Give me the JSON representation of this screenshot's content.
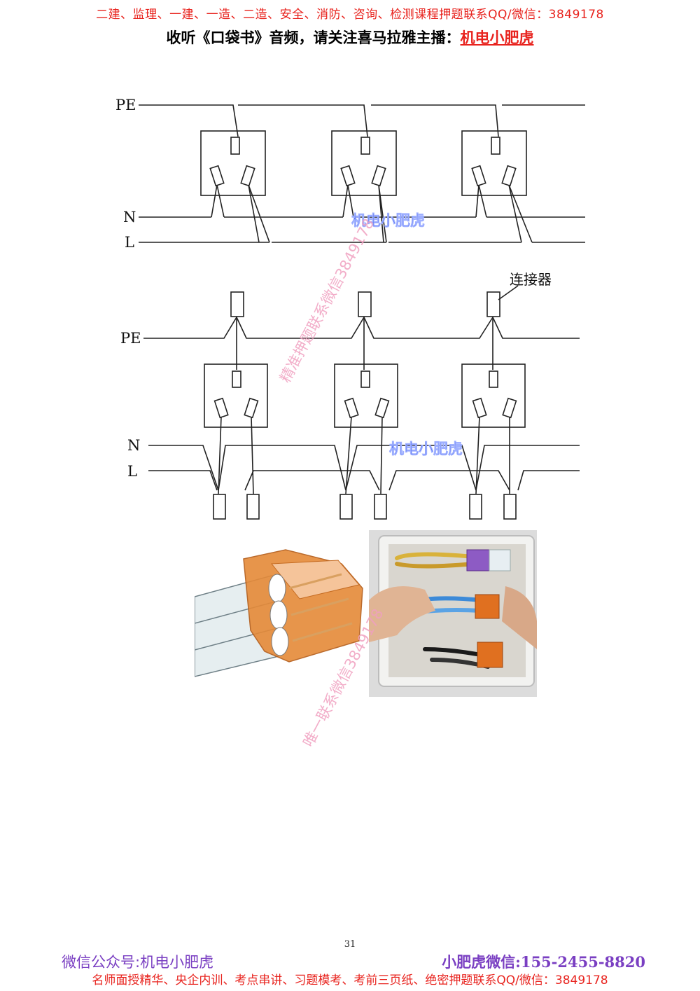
{
  "header": {
    "banner": "二建、监理、一建、一造、二造、安全、消防、咨询、检测课程押题联系QQ/微信：3849178",
    "subtitle_prefix": "收听《口袋书》音频，请关注喜马拉雅主播：",
    "subtitle_host": "机电小肥虎"
  },
  "diagram_top": {
    "labels": {
      "pe": "PE",
      "n": "N",
      "l": "L"
    },
    "brand": "机电小肥虎"
  },
  "diagram_bottom": {
    "labels": {
      "pe": "PE",
      "n": "N",
      "l": "L",
      "connector": "连接器"
    },
    "brand": "机电小肥虎"
  },
  "watermarks": {
    "wm1": "精准押题联系微信3849178",
    "wm2": "唯一联系微信3849178"
  },
  "images": {
    "left_icon": "wire-connector-illustration-icon",
    "right_icon": "junction-box-photo-icon"
  },
  "colors": {
    "red": "#e8231e",
    "purple": "#7a3fc2",
    "brand_blue": "#1d3fe0",
    "connector_orange": "#e07020"
  },
  "footer": {
    "page_number": "31",
    "left": "微信公众号:机电小肥虎",
    "right": "小肥虎微信:155-2455-8820",
    "bottom": "名师面授精华、央企内训、考点串讲、习题模考、考前三页纸、绝密押题联系QQ/微信：3849178"
  }
}
